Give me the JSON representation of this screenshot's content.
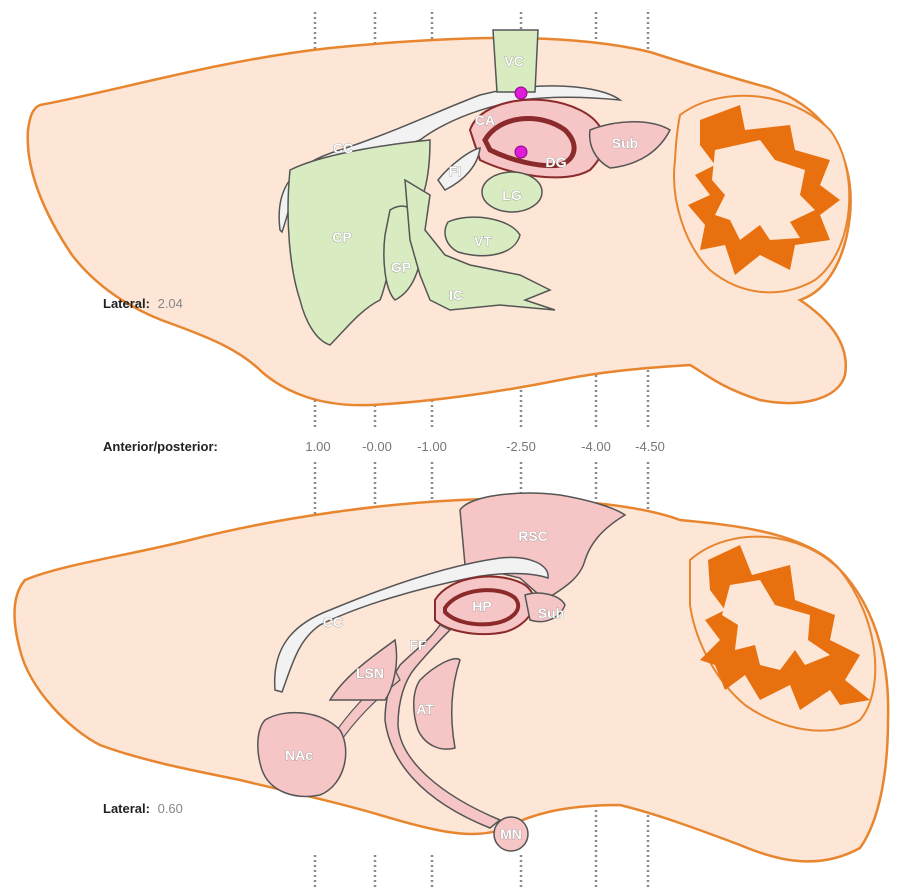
{
  "colors": {
    "brain_fill": "#fde6d6",
    "brain_outline": "#e8852f",
    "cerebellum": "#e8700f",
    "green_region": "#d9ebc1",
    "pink_region": "#f6c5c5",
    "dark_red": "#8b2a2a",
    "white_matter": "#f2f2f2",
    "marker": "#e01cd8"
  },
  "top_panel": {
    "lateral_title": "Lateral:",
    "lateral_value": "2.04",
    "regions": {
      "vc": "VC",
      "cc": "CC",
      "ca": "CA",
      "dg": "DG",
      "sub": "Sub",
      "fi": "FI",
      "lg": "LG",
      "cp": "CP",
      "vt": "VT",
      "gp": "GP",
      "ic": "IC"
    }
  },
  "ap_axis": {
    "title": "Anterior/posterior:",
    "ticks": [
      "1.00",
      "-0.00",
      "-1.00",
      "-2.50",
      "-4.00",
      "-4.50"
    ]
  },
  "bottom_panel": {
    "lateral_title": "Lateral:",
    "lateral_value": "0.60",
    "regions": {
      "rsc": "RSC",
      "cc": "CC",
      "hp": "HP",
      "sub": "Sub",
      "ff": "FF",
      "lsn": "LSN",
      "at": "AT",
      "nac": "NAc",
      "mn": "MN"
    }
  }
}
